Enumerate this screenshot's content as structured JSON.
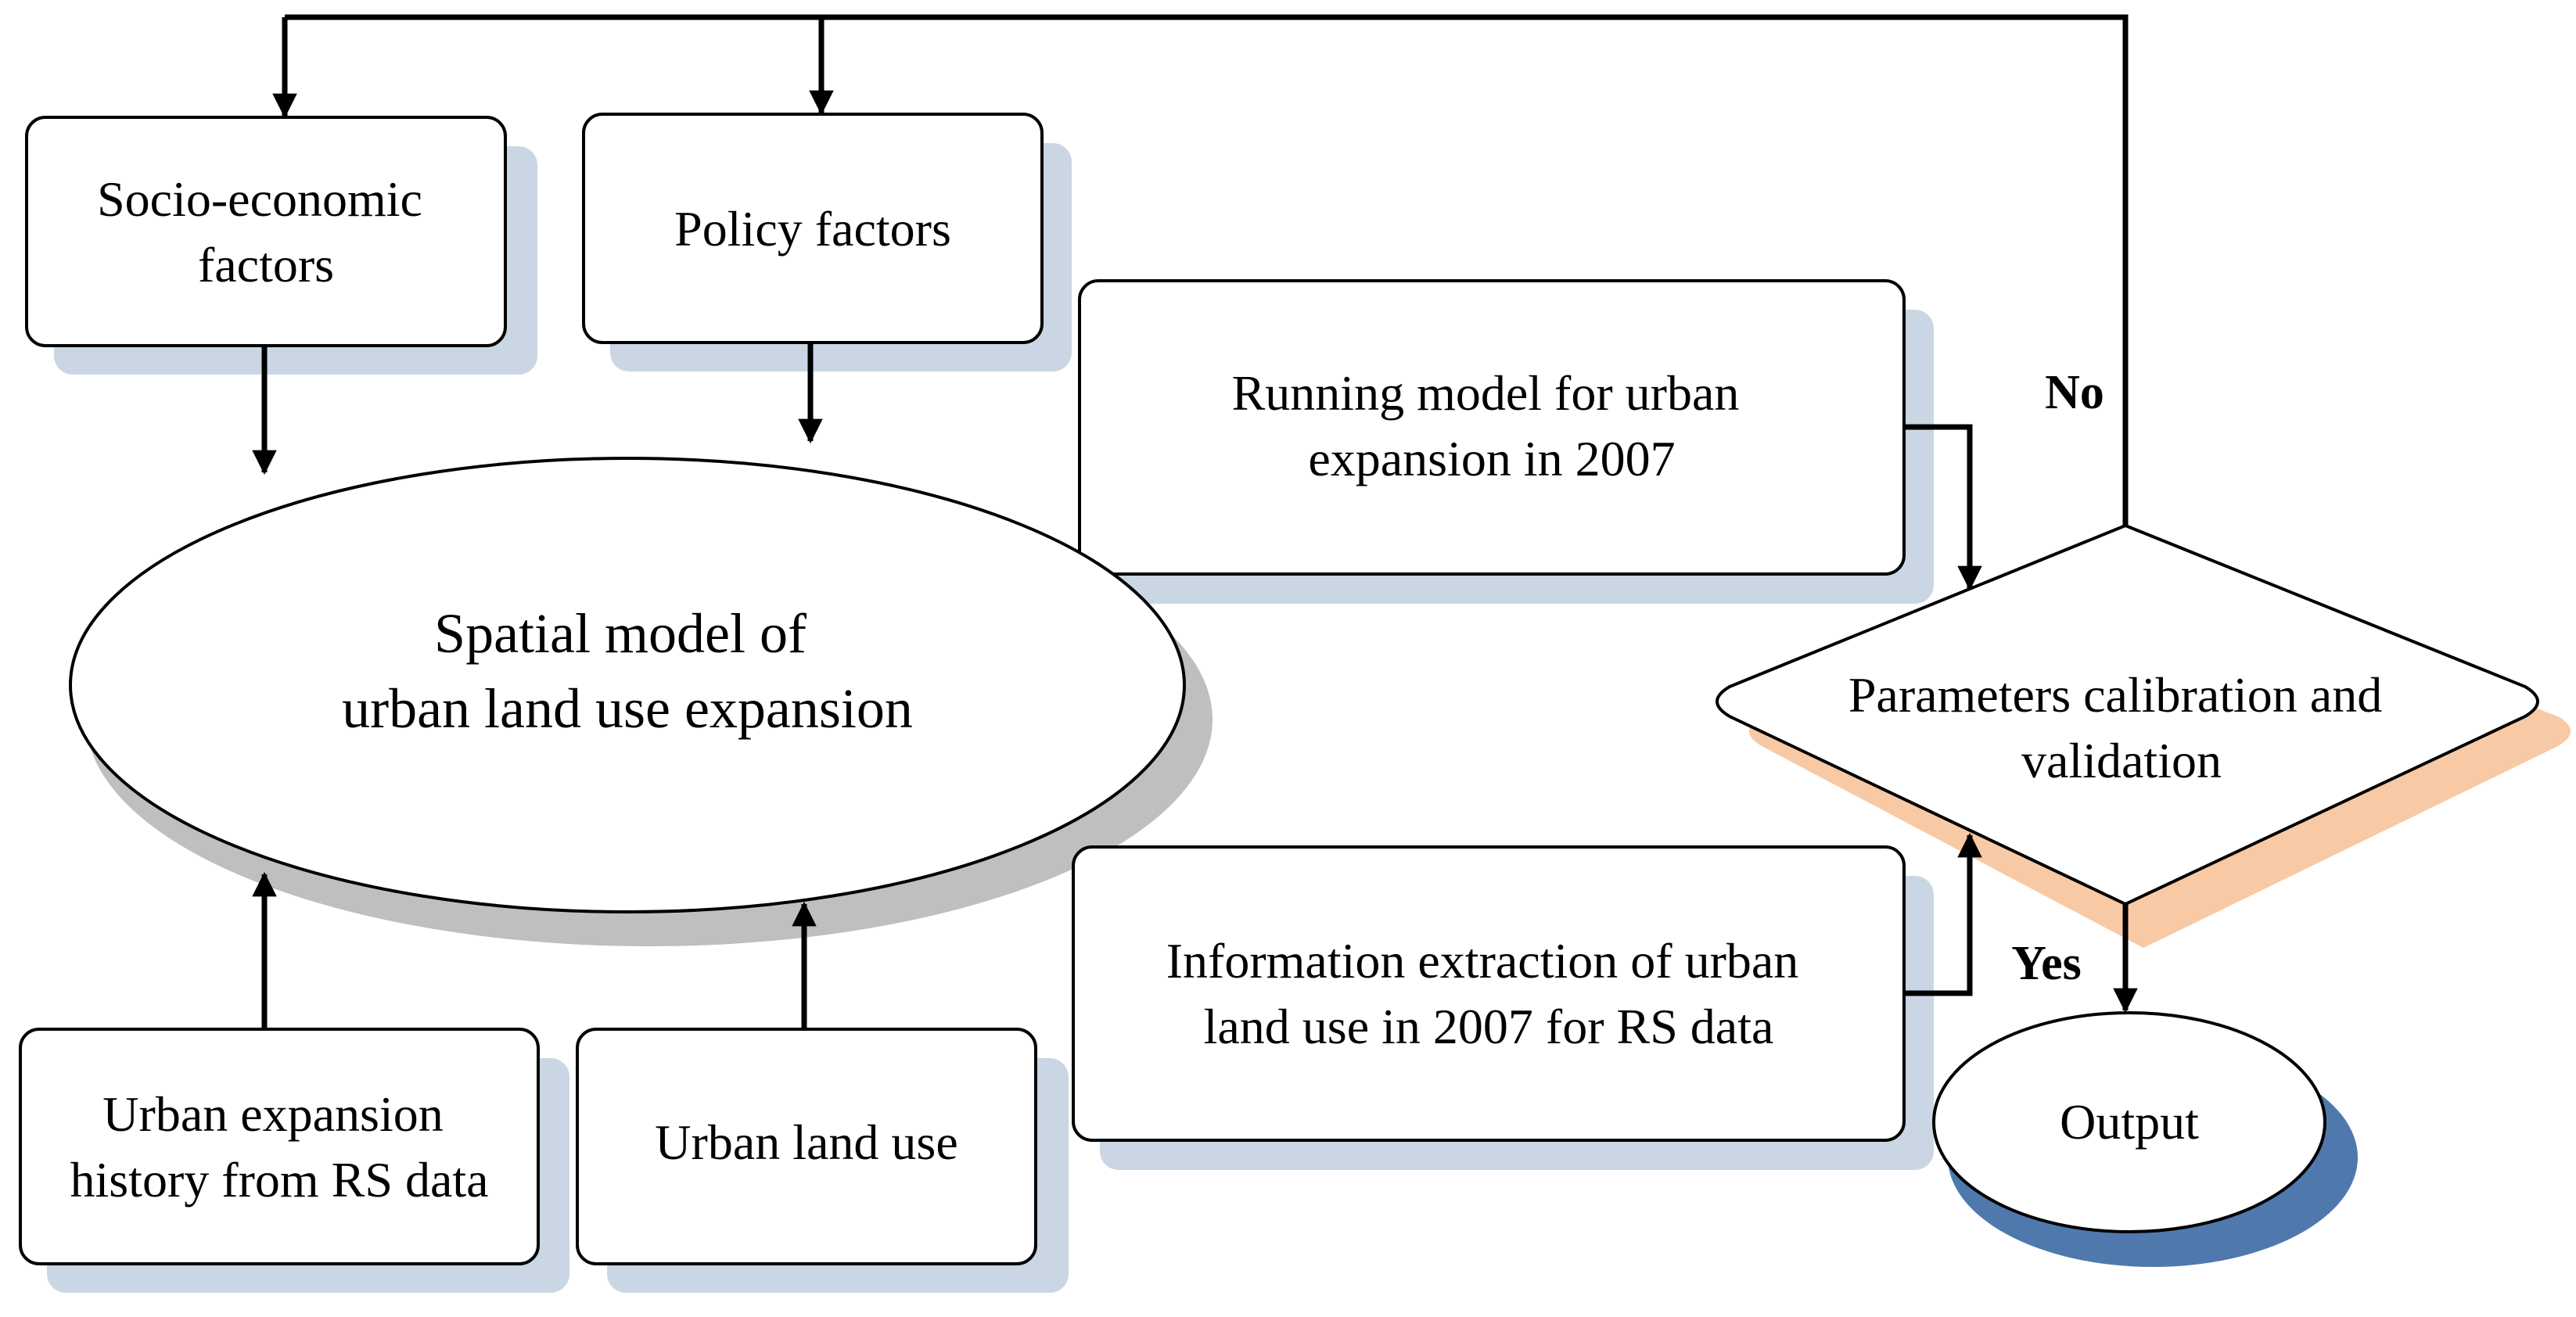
{
  "nodes": {
    "socio_economic": {
      "lines": [
        "Socio-economic",
        "factors"
      ]
    },
    "policy": {
      "lines": [
        "Policy factors"
      ]
    },
    "running_model": {
      "lines": [
        "Running model for urban",
        "expansion in 2007"
      ]
    },
    "spatial_model": {
      "lines": [
        "Spatial model of",
        "urban land use expansion"
      ]
    },
    "parameters": {
      "lines": [
        "Parameters calibration and",
        "validation"
      ]
    },
    "information_extraction": {
      "lines": [
        "Information extraction of urban",
        "land use in 2007 for RS data"
      ]
    },
    "urban_history": {
      "lines": [
        "Urban expansion",
        "history from RS data"
      ]
    },
    "urban_land_use": {
      "lines": [
        "Urban land use"
      ]
    },
    "output": {
      "lines": [
        "Output"
      ]
    }
  },
  "edge_labels": {
    "no": "No",
    "yes": "Yes"
  },
  "colors": {
    "box_fill": "#ffffff",
    "box_shadow": "#cad6e4",
    "ellipse_shadow": "#bfbfbf",
    "diamond_shadow": "#f8c9a5",
    "output_shadow": "#4f79ad",
    "stroke": "#000000"
  }
}
